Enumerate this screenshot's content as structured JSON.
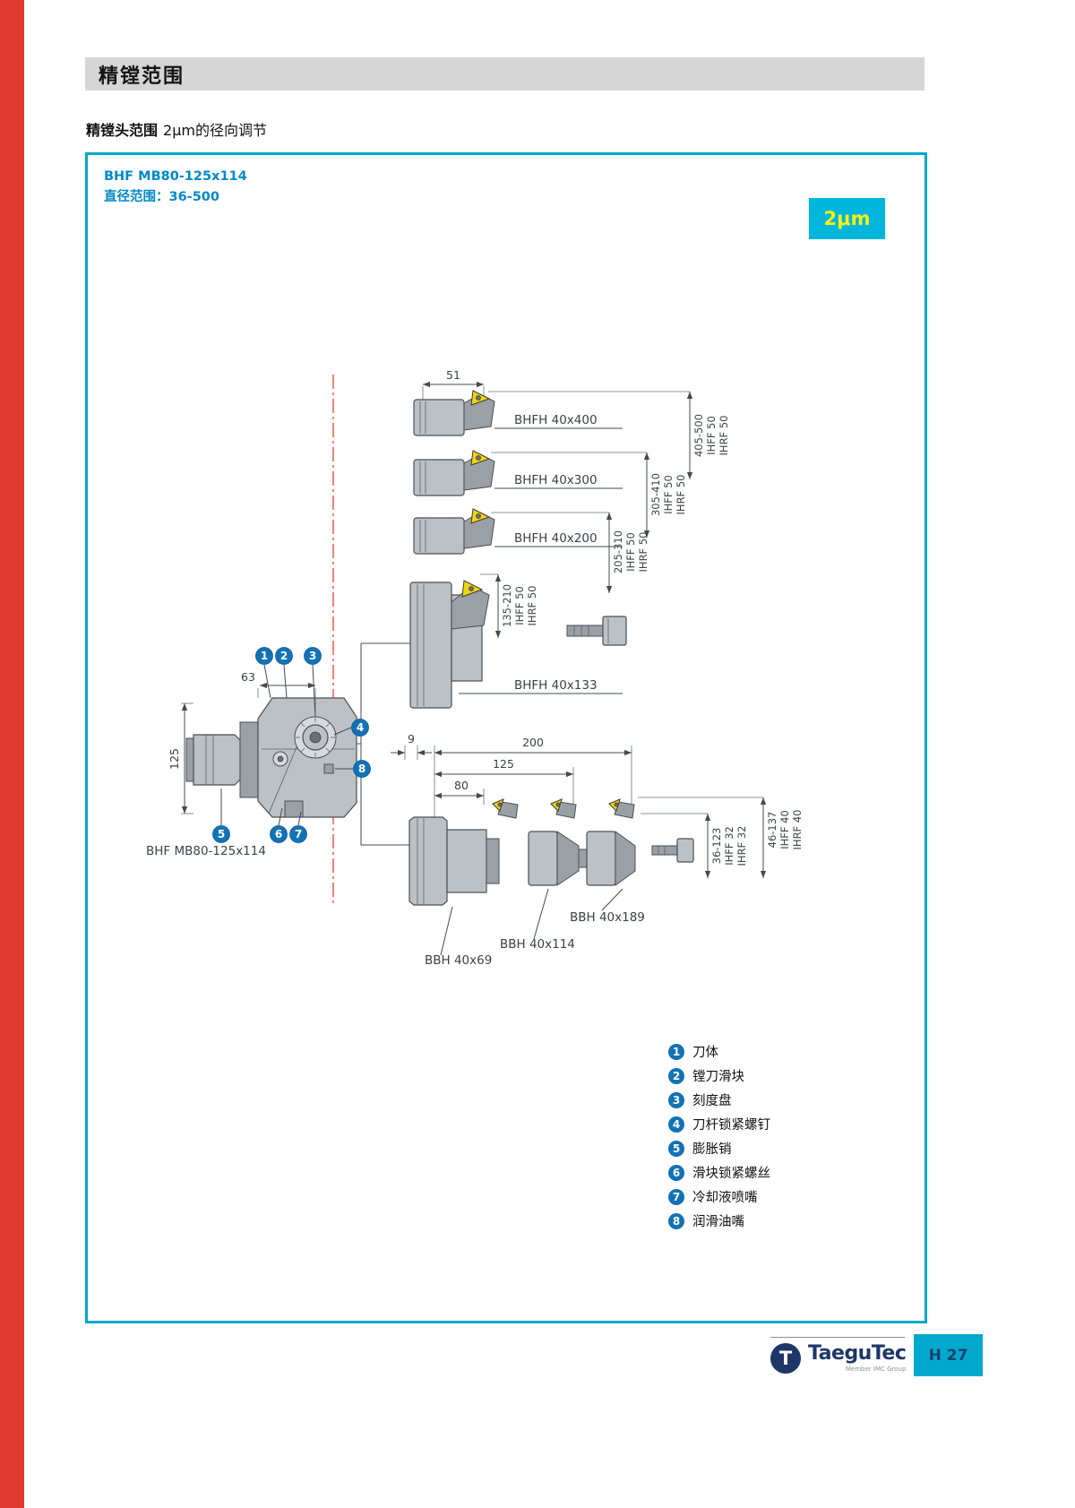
{
  "page": {
    "title": "精镗范围",
    "page_number": "H 27",
    "brand": "TaeguTec",
    "brand_tagline": "Member IMC Group"
  },
  "subtitle": {
    "bold": "精镗头范围",
    "rest": "2μm的径向调节"
  },
  "panel": {
    "model": "BHF MB80-125x114",
    "diameter_range": "直径范围：36-500",
    "badge": "2μm"
  },
  "diagram": {
    "dims": {
      "d51": "51",
      "d63": "63",
      "d125_left": "125",
      "d9": "9",
      "d200": "200",
      "d125": "125",
      "d80": "80"
    },
    "head_label": "BHF MB80-125x114",
    "tools_top": [
      "BHFH 40x400",
      "BHFH 40x300",
      "BHFH 40x200",
      "BHFH 40x133"
    ],
    "ranges_top": [
      {
        "range": "405-500",
        "ihff": "IHFF 50",
        "ihrf": "IHRF 50"
      },
      {
        "range": "305-410",
        "ihff": "IHFF 50",
        "ihrf": "IHRF 50"
      },
      {
        "range": "205-310",
        "ihff": "IHFF 50",
        "ihrf": "IHRF 50"
      },
      {
        "range": "135-210",
        "ihff": "IHFF 50",
        "ihrf": "IHRF 50"
      }
    ],
    "tools_bottom": [
      "BBH 40x69",
      "BBH 40x114",
      "BBH 40x189"
    ],
    "ranges_bottom": [
      {
        "range": "36-123",
        "ihff": "IHFF 32",
        "ihrf": "IHRF 32"
      },
      {
        "range": "46-137",
        "ihff": "IHFF 40",
        "ihrf": "IHRF 40"
      }
    ]
  },
  "legend": [
    {
      "num": "1",
      "label": "刀体"
    },
    {
      "num": "2",
      "label": "镗刀滑块"
    },
    {
      "num": "3",
      "label": "刻度盘"
    },
    {
      "num": "4",
      "label": "刀杆锁紧螺钉"
    },
    {
      "num": "5",
      "label": "膨胀销"
    },
    {
      "num": "6",
      "label": "滑块锁紧螺丝"
    },
    {
      "num": "7",
      "label": "冷却液喷嘴"
    },
    {
      "num": "8",
      "label": "润滑油嘴"
    }
  ]
}
